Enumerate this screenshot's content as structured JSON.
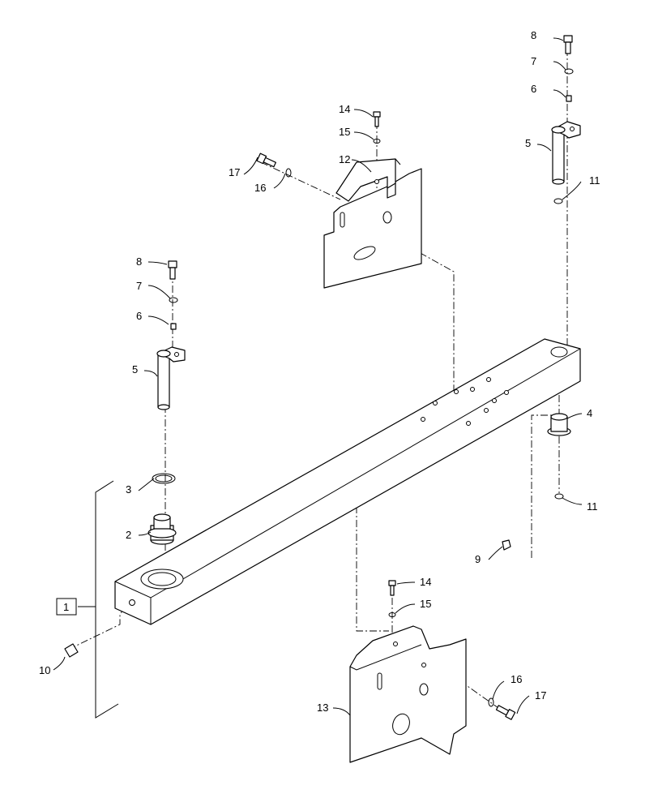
{
  "diagram": {
    "callouts": [
      {
        "id": "c8a",
        "text": "8"
      },
      {
        "id": "c7a",
        "text": "7"
      },
      {
        "id": "c6a",
        "text": "6"
      },
      {
        "id": "c5a",
        "text": "5"
      },
      {
        "id": "c11a",
        "text": "11"
      },
      {
        "id": "c14a",
        "text": "14"
      },
      {
        "id": "c15a",
        "text": "15"
      },
      {
        "id": "c12",
        "text": "12"
      },
      {
        "id": "c17a",
        "text": "17"
      },
      {
        "id": "c16a",
        "text": "16"
      },
      {
        "id": "c8b",
        "text": "8"
      },
      {
        "id": "c7b",
        "text": "7"
      },
      {
        "id": "c6b",
        "text": "6"
      },
      {
        "id": "c5b",
        "text": "5"
      },
      {
        "id": "c4",
        "text": "4"
      },
      {
        "id": "c11b",
        "text": "11"
      },
      {
        "id": "c3",
        "text": "3"
      },
      {
        "id": "c2",
        "text": "2"
      },
      {
        "id": "c9",
        "text": "9"
      },
      {
        "id": "c1",
        "text": "1"
      },
      {
        "id": "c10",
        "text": "10"
      },
      {
        "id": "c14b",
        "text": "14"
      },
      {
        "id": "c15b",
        "text": "15"
      },
      {
        "id": "c13",
        "text": "13"
      },
      {
        "id": "c16b",
        "text": "16"
      },
      {
        "id": "c17b",
        "text": "17"
      }
    ]
  }
}
